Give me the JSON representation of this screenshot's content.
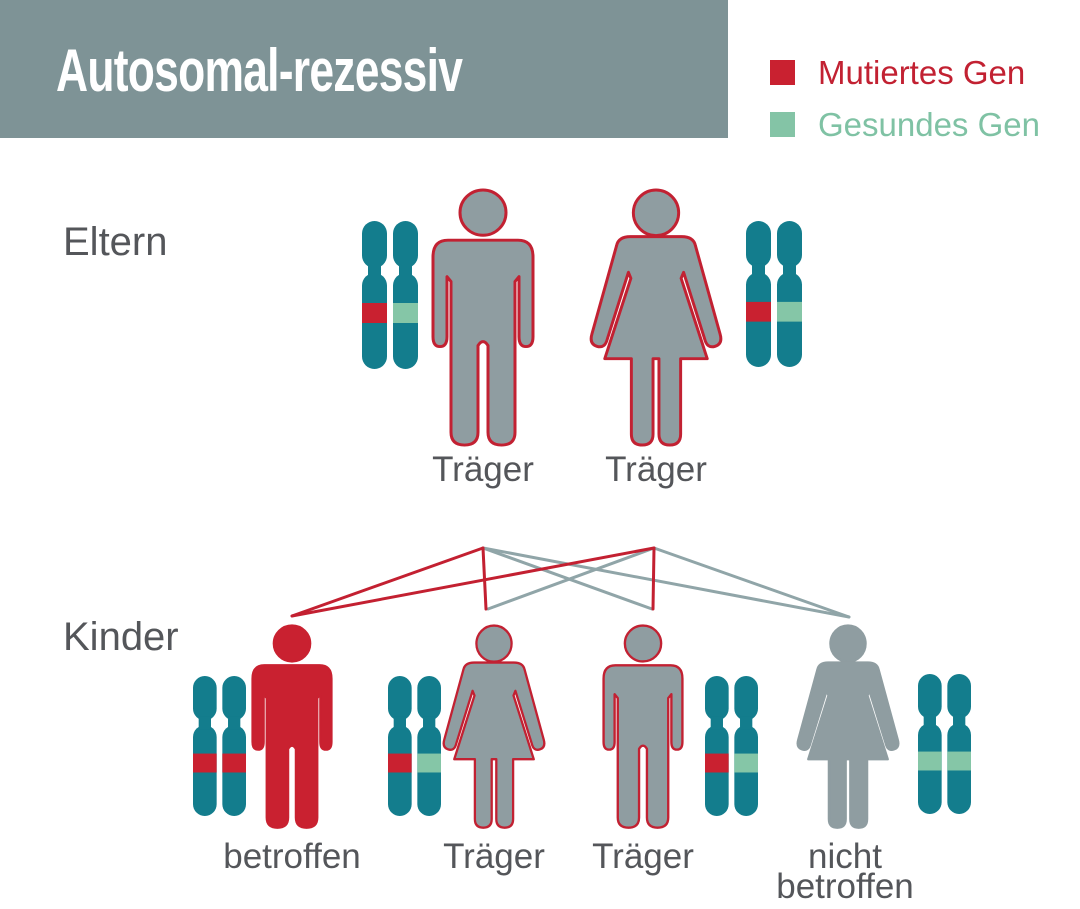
{
  "title": "Autosomal-rezessiv",
  "legend": [
    {
      "label": "Mutiertes Gen",
      "color": "#c92130",
      "text_color": "#c22132"
    },
    {
      "label": "Gesundes Gen",
      "color": "#84c4a6",
      "text_color": "#7fc2a4"
    }
  ],
  "generations": {
    "parents": "Eltern",
    "children": "Kinder"
  },
  "colors": {
    "header_bg": "#7e9396",
    "title_text": "#ffffff",
    "chromosome": "#137d8d",
    "mutated": "#c92130",
    "healthy": "#85c6a7",
    "figure_gray": "#8f9da1",
    "outline_red": "#c22132",
    "line_gray": "#90a5a8",
    "line_red": "#c32031",
    "label_text": "#54565a"
  },
  "figures": {
    "father": {
      "sex": "male",
      "label": "Träger",
      "fill": "#8f9da1",
      "outline": "#c22132",
      "bands": [
        "#c92130",
        "#85c6a7"
      ]
    },
    "mother": {
      "sex": "female",
      "label": "Träger",
      "fill": "#8f9da1",
      "outline": "#c22132",
      "bands": [
        "#c92130",
        "#85c6a7"
      ]
    },
    "child1": {
      "sex": "male",
      "label": "betroffen",
      "fill": "#c92130",
      "outline": "#c92130",
      "bands": [
        "#c92130",
        "#c92130"
      ]
    },
    "child2": {
      "sex": "female",
      "label": "Träger",
      "fill": "#8f9da1",
      "outline": "#c22132",
      "bands": [
        "#c92130",
        "#85c6a7"
      ]
    },
    "child3": {
      "sex": "male",
      "label": "Träger",
      "fill": "#8f9da1",
      "outline": "#c22132",
      "bands": [
        "#c92130",
        "#85c6a7"
      ]
    },
    "child4": {
      "sex": "female",
      "label": "nicht betroffen",
      "fill": "#8f9da1",
      "outline": "#8f9da1",
      "bands": [
        "#85c6a7",
        "#85c6a7"
      ]
    }
  }
}
